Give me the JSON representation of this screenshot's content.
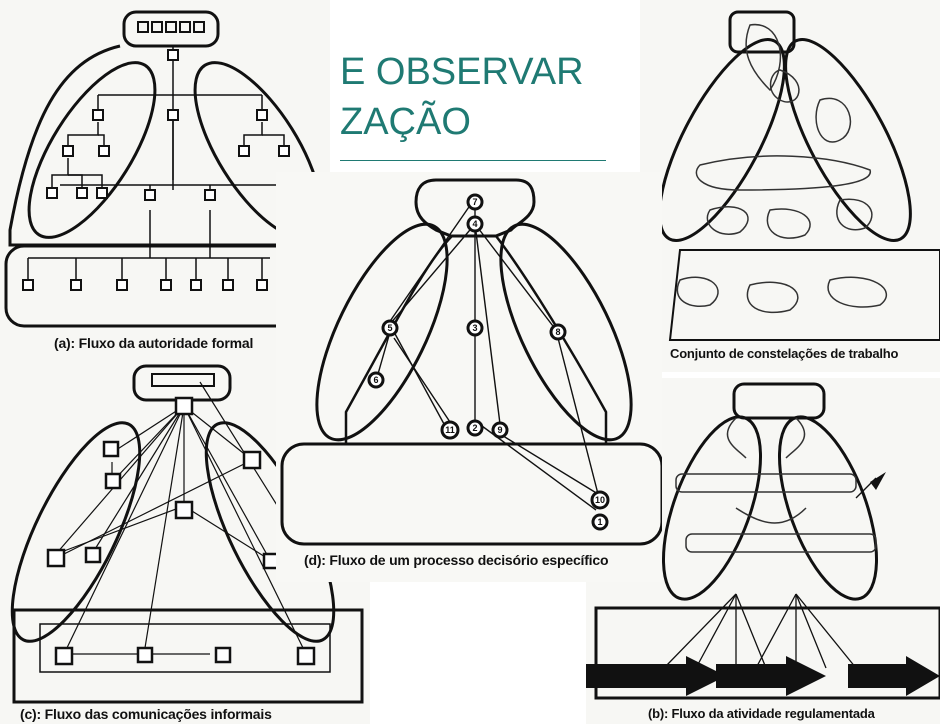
{
  "slide": {
    "title_line1": "E OBSERVAR",
    "title_line2": "ZAÇÃO",
    "accent_color": "#1f7a73"
  },
  "panels": {
    "a": {
      "caption": "(a): Fluxo da autoridade formal"
    },
    "b": {
      "caption": "(b): Fluxo da atividade regulamentada"
    },
    "c": {
      "caption": "(c): Fluxo das comunicações informais"
    },
    "d": {
      "caption": "(d): Fluxo de um processo decisório específico",
      "nodes": [
        "7",
        "4",
        "5",
        "6",
        "3",
        "8",
        "11",
        "2",
        "9",
        "10",
        "1"
      ]
    },
    "e": {
      "caption": "Conjunto de constelações de trabalho"
    }
  }
}
